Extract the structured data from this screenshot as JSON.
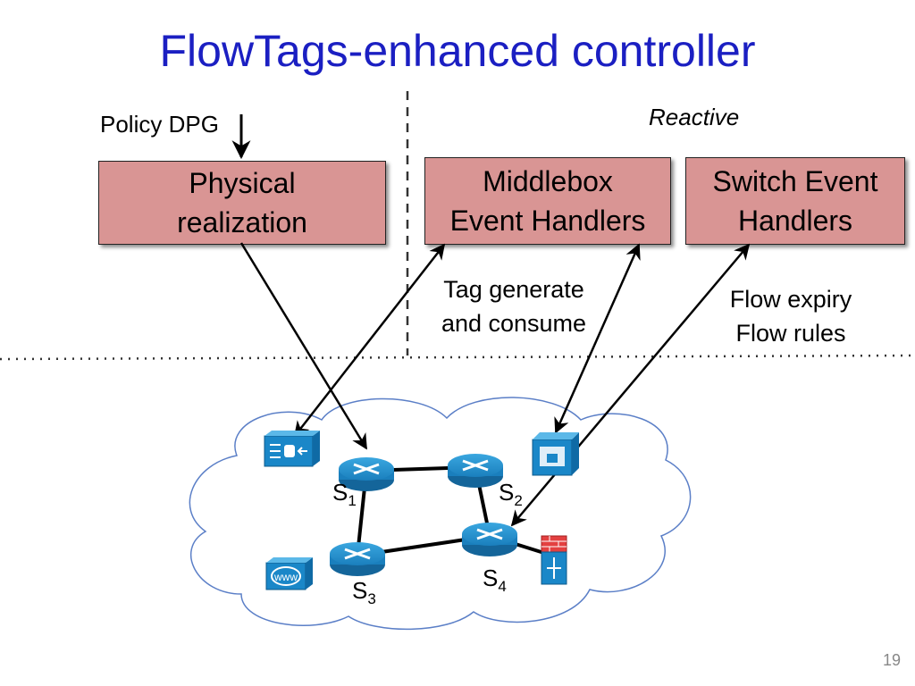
{
  "title": "FlowTags-enhanced controller",
  "policy_label": "Policy DPG",
  "reactive_label": "Reactive",
  "boxes": {
    "physical": [
      "Physical",
      "realization"
    ],
    "middlebox": [
      "Middlebox",
      "Event Handlers"
    ],
    "switch": [
      "Switch Event",
      "Handlers"
    ]
  },
  "annotations": {
    "tag": [
      "Tag generate",
      "and consume"
    ],
    "flow": [
      "Flow expiry",
      "Flow rules"
    ]
  },
  "switches": [
    {
      "name": "S",
      "sub": "1"
    },
    {
      "name": "S",
      "sub": "2"
    },
    {
      "name": "S",
      "sub": "3"
    },
    {
      "name": "S",
      "sub": "4"
    }
  ],
  "icons": [
    "load-balancer-icon",
    "switch-icon",
    "security-appliance-icon",
    "web-server-icon",
    "firewall-icon"
  ],
  "page_number": "19",
  "colors": {
    "title": "#1b1fc2",
    "box_fill": "#d99594",
    "switch_blue": "#1a87c8",
    "cloud_edge": "#5b7fc7"
  }
}
